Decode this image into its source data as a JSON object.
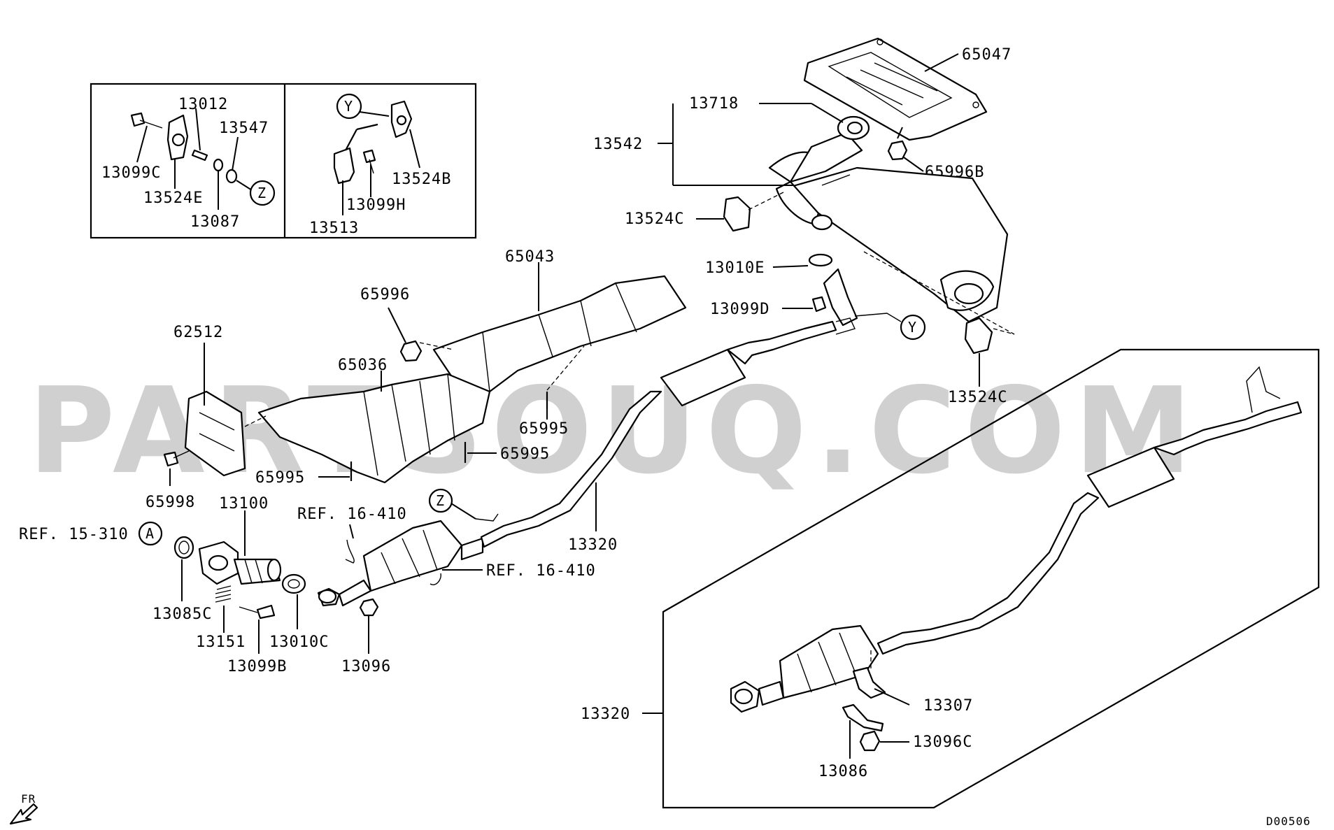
{
  "watermark": "PARTSOUQ.COM",
  "diagram_code": "D00506",
  "front_indicator": "FR",
  "part_labels": {
    "p65047": "65047",
    "p13718": "13718",
    "p13542": "13542",
    "p65996B": "65996B",
    "p13524C_top": "13524C",
    "p13010E": "13010E",
    "p13099D": "13099D",
    "p13524C_bottom": "13524C",
    "p65043": "65043",
    "p65996": "65996",
    "p62512": "62512",
    "p65036": "65036",
    "p65995_a": "65995",
    "p65995_b": "65995",
    "p65995_c": "65995",
    "p65998": "65998",
    "p13100": "13100",
    "ref_16_410_a": "REF. 16-410",
    "ref_15_310": "REF. 15-310",
    "ref_16_410_b": "REF. 16-410",
    "p13320_main": "13320",
    "p13085C": "13085C",
    "p13151": "13151",
    "p13010C": "13010C",
    "p13099B": "13099B",
    "p13096": "13096",
    "p13320_inset": "13320",
    "p13307": "13307",
    "p13096C": "13096C",
    "p13086": "13086"
  },
  "detail_box": {
    "left": {
      "p13012": "13012",
      "p13547": "13547",
      "p13099C": "13099C",
      "p13524E": "13524E",
      "p13087": "13087"
    },
    "right": {
      "p13524B": "13524B",
      "p13099H": "13099H",
      "p13513": "13513"
    }
  },
  "circle_refs": {
    "Y_box": "Y",
    "Z_box": "Z",
    "Y_main": "Y",
    "Z_main": "Z",
    "A_main": "A"
  }
}
